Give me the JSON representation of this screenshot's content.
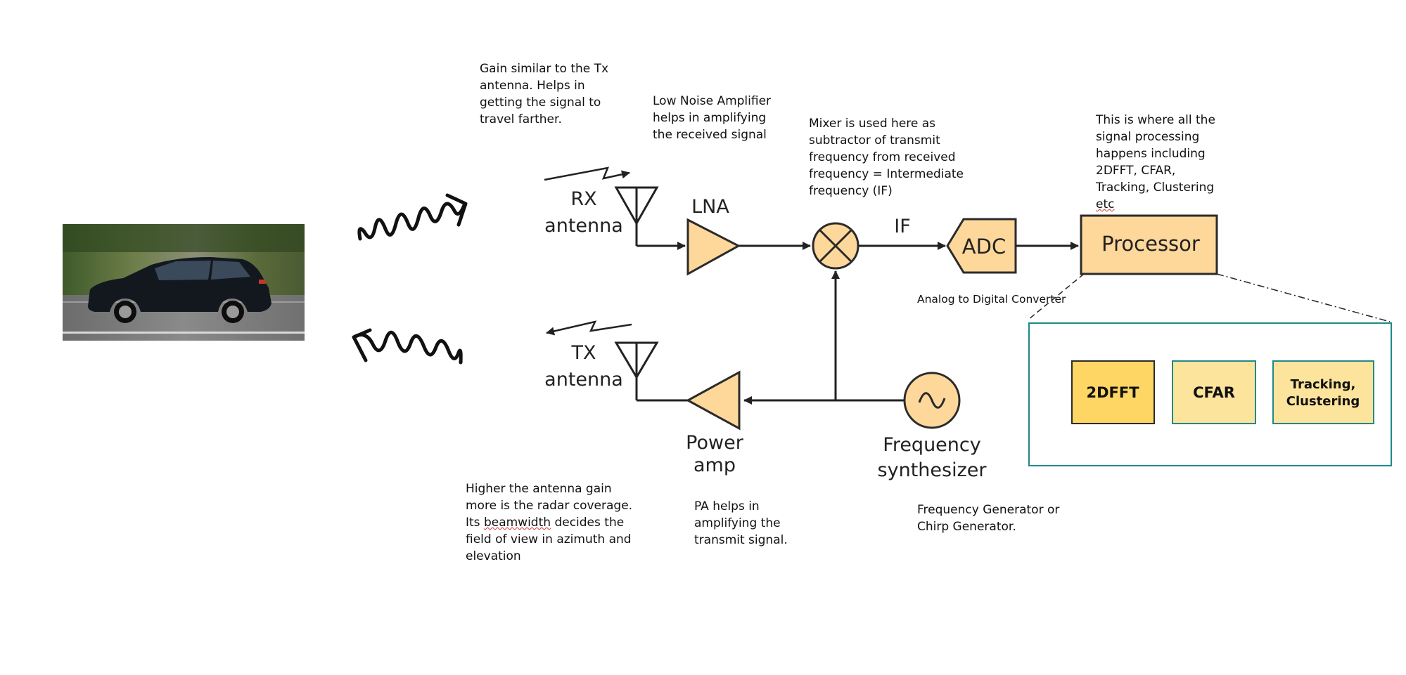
{
  "colors": {
    "block_fill": "#fdd89a",
    "block_stroke": "#2b2b2b",
    "sub_fill_2dfft": "#fdd663",
    "sub_fill_other": "#fde49c",
    "sub_stroke_teal": "#1f8a8a",
    "frame_stroke": "#1f8a8a"
  },
  "blocks": {
    "rx_antenna": "RX\nantenna",
    "tx_antenna": "TX\nantenna",
    "lna": "LNA",
    "if": "IF",
    "adc": "ADC",
    "processor": "Processor",
    "power_amp": "Power\namp",
    "freq_synth": "Frequency\nsynthesizer"
  },
  "sub_blocks": {
    "dfft": "2DFFT",
    "cfar": "CFAR",
    "tracking": "Tracking,\nClustering"
  },
  "notes": {
    "rx_gain": "Gain similar to the Tx\nantenna. Helps in\ngetting the signal to\ntravel farther.",
    "lna_note": "Low Noise Amplifier\nhelps in amplifying\nthe received signal",
    "mixer_note": "Mixer is used here as\nsubtractor of transmit\nfrequency from received\nfrequency = Intermediate\nfrequency (IF)",
    "processor_note_lines": [
      "This is where all the",
      "signal processing",
      "happens including",
      "2DFFT, CFAR,",
      "Tracking, Clustering"
    ],
    "processor_note_last": "etc",
    "adc_note": "Analog to Digital Converter",
    "tx_note_line1": "Higher the antenna gain\nmore is the radar coverage.",
    "tx_note_its": "Its ",
    "tx_note_beamwidth": "beamwidth",
    "tx_note_rest": " decides the\nfield of view in azimuth and\nelevation",
    "pa_note": "PA helps in\namplifying the\ntransmit signal.",
    "synth_note": "Frequency Generator or\nChirp Generator."
  },
  "icons": {
    "car": "car-photo",
    "rx_wave": "incoming-wave-icon",
    "tx_wave": "outgoing-wave-icon",
    "mixer": "mixer-icon",
    "oscillator": "sine-wave-icon",
    "antenna": "antenna-icon"
  }
}
